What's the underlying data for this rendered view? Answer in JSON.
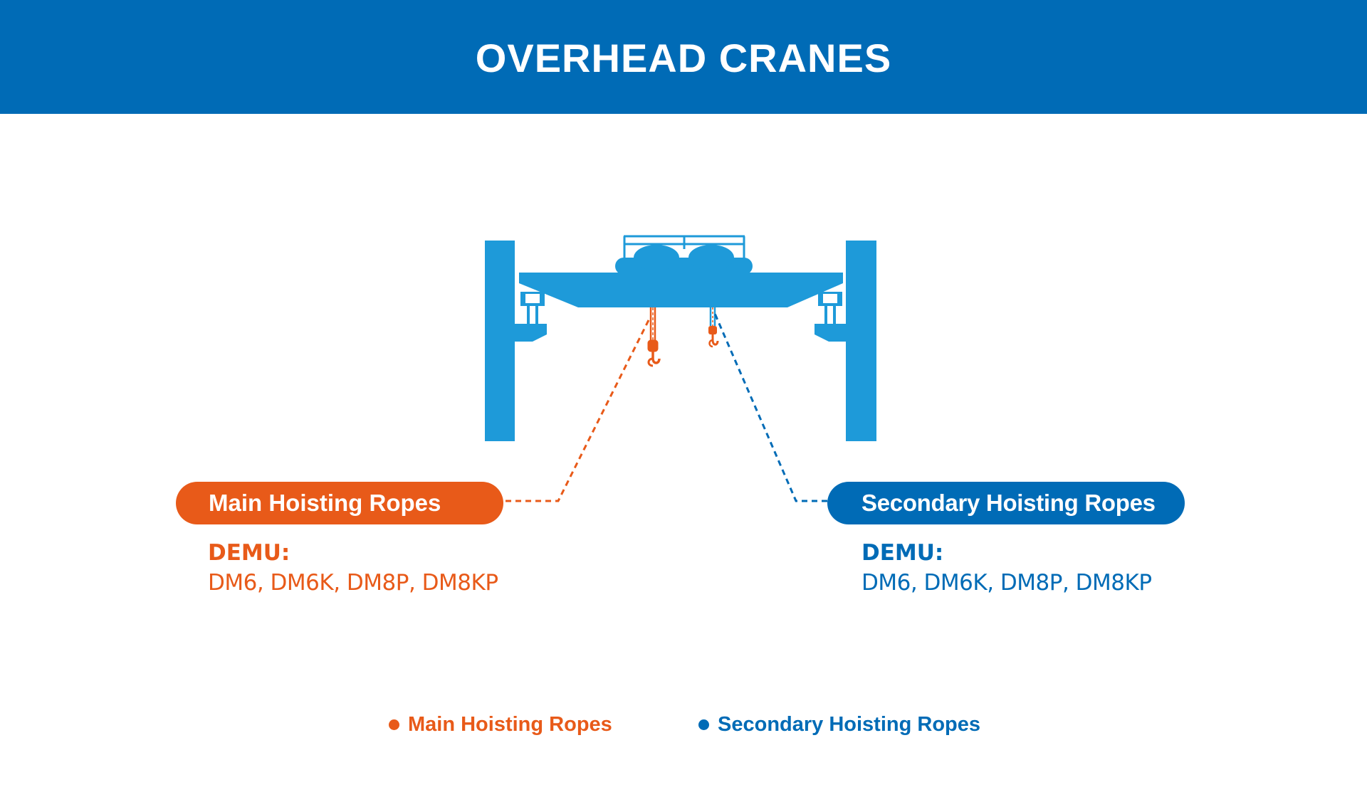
{
  "header": {
    "title": "OVERHEAD CRANES"
  },
  "diagram": {
    "illustration": "overhead-crane-icon",
    "main_ropes": {
      "label": "Main Hoisting Ropes",
      "brand": "DEMU:",
      "models": "DM6, DM6K, DM8P, DM8KP",
      "color": "#e85a19"
    },
    "secondary_ropes": {
      "label": "Secondary Hoisting Ropes",
      "brand": "DEMU:",
      "models": "DM6, DM6K, DM8P, DM8KP",
      "color": "#006bb6"
    }
  },
  "legend": {
    "main_label": "Main Hoisting Ropes",
    "secondary_label": "Secondary Hoisting Ropes"
  },
  "colors": {
    "header_background": "#006bb6",
    "crane": "#1e9ad9",
    "main": "#e85a19",
    "secondary": "#006bb6"
  }
}
